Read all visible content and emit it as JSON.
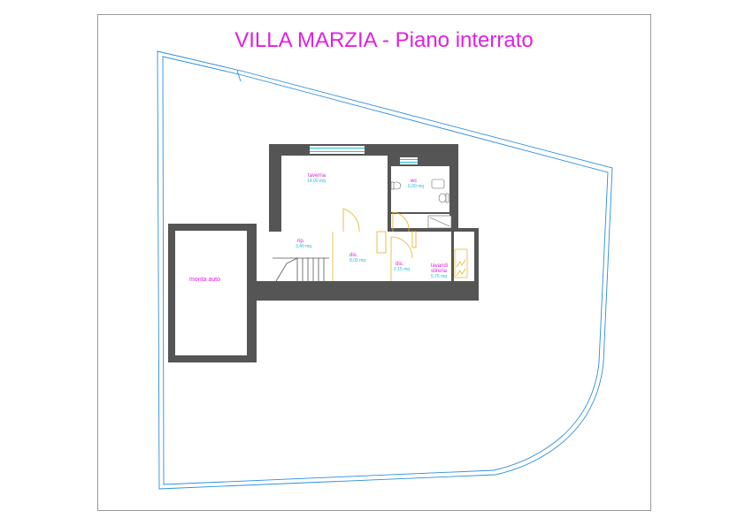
{
  "title": "VILLA MARZIA - Piano interrato",
  "colors": {
    "title": "#e020e0",
    "area": "#20b8e0",
    "wall": "#555555",
    "door": "#e8b020",
    "boundary": "#2a8ee0"
  },
  "rooms": {
    "taverna": {
      "name": "taverna",
      "area": "14,00 mq"
    },
    "wc": {
      "name": "wc",
      "area": "6,00 mq"
    },
    "rip": {
      "name": "rip.",
      "area": "3,40 mq"
    },
    "dis1": {
      "name": "dis.",
      "area": "8,00 mq"
    },
    "dis2": {
      "name": "dis.",
      "area": "2,15 mq"
    },
    "lavanderia": {
      "name_line1": "lavandi",
      "name_line2": "stireria",
      "area": "5,75 mq"
    },
    "montaauto": {
      "name": "monta auto"
    }
  }
}
